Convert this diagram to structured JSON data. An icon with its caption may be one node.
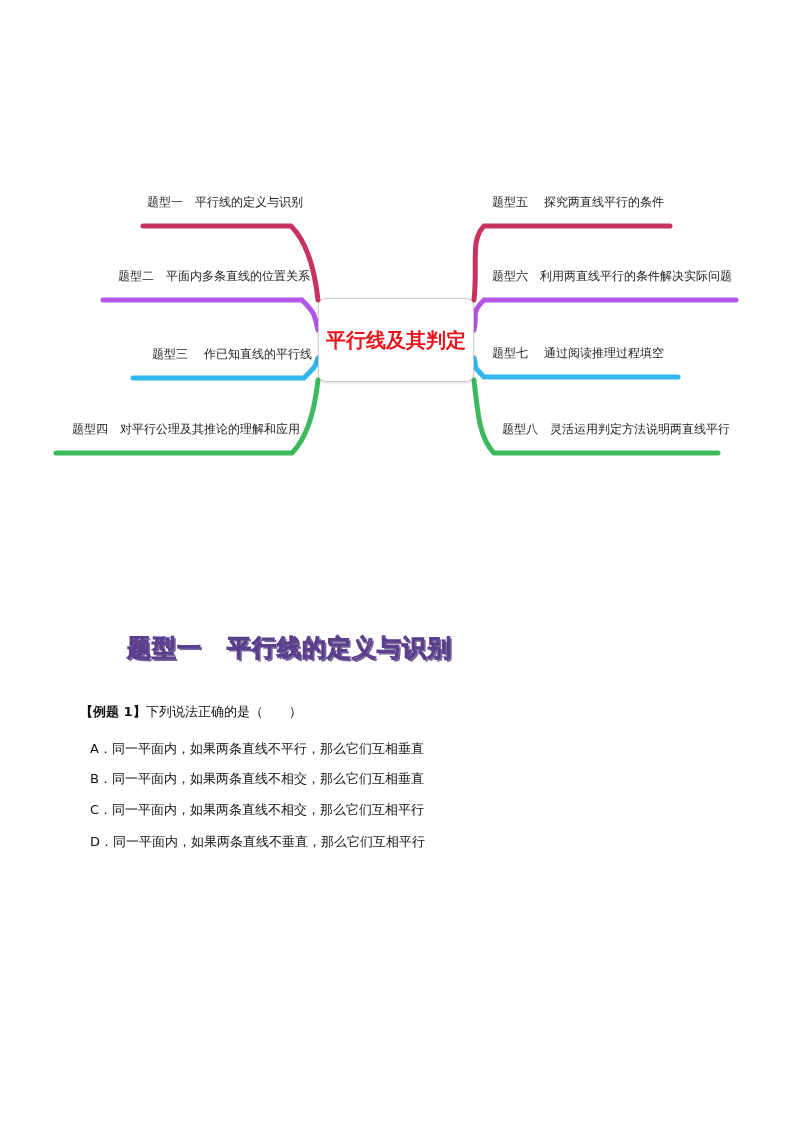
{
  "diagram": {
    "nodes": [
      {
        "text": [
          "平行线及其判定"
        ]
      },
      {
        "text": [
          "题型一　平行线的定义与识别"
        ]
      },
      {
        "text": [
          "题型二　平面内多条直线的位置关系"
        ]
      },
      {
        "text": [
          "题型三　 作已知直线的平行线"
        ]
      },
      {
        "text": [
          "题型四　对平行公理及其推论的理解和应用"
        ]
      },
      {
        "text": [
          "题型五　 探究两直线平行的条件"
        ]
      },
      {
        "text": [
          "题型六　利用两直线平行的条件解决实际问题"
        ]
      },
      {
        "text": [
          "题型七　 通过阅读推理过程填空"
        ]
      },
      {
        "text": [
          "题型八　灵活运用判定方法说明两直线平行"
        ]
      }
    ],
    "edges": [
      {
        "from": 0,
        "to": 1,
        "arrow": "none",
        "color": "#c8335e"
      },
      {
        "from": 0,
        "to": 2,
        "arrow": "none",
        "color": "#b355e6"
      },
      {
        "from": 0,
        "to": 3,
        "arrow": "none",
        "color": "#33b5ee"
      },
      {
        "from": 0,
        "to": 4,
        "arrow": "none",
        "color": "#3cb95a"
      },
      {
        "from": 0,
        "to": 5,
        "arrow": "none",
        "color": "#c8335e"
      },
      {
        "from": 0,
        "to": 6,
        "arrow": "none",
        "color": "#b355e6"
      },
      {
        "from": 0,
        "to": 7,
        "arrow": "none",
        "color": "#33b5ee"
      },
      {
        "from": 0,
        "to": 8,
        "arrow": "none",
        "color": "#3cb95a"
      }
    ],
    "labels": [
      "题型一　平行线的定义与识别",
      "**【例题 1】**下列说法正确的是（　　）",
      "A．同一平面内，如果两条直线不平行，那么它们互相垂直",
      "B．同一平面内，如果两条直线不相交，那么它们互相垂直",
      "C．同一平面内，如果两条直线不相交，那么它们互相平行",
      "D．同一平面内，如果两条直线不垂直，那么它们互相平行"
    ]
  }
}
